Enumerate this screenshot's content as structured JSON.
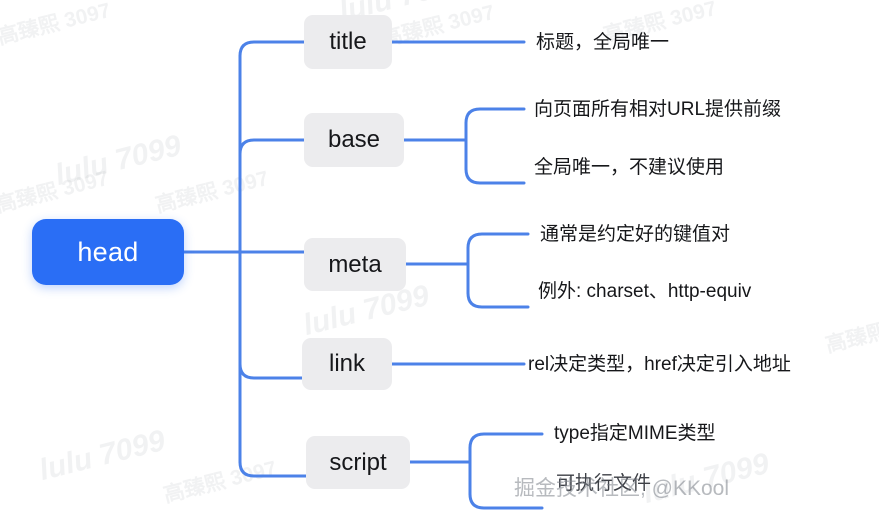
{
  "diagram": {
    "type": "mind-map",
    "title": "head",
    "root": {
      "label": "head",
      "color": "#2a6ef5",
      "text_color": "#ffffff"
    },
    "branch_color": "#ececee",
    "line_color": "#4c82e8",
    "branches": [
      {
        "label": "title",
        "leaves": [
          "标题，全局唯一"
        ]
      },
      {
        "label": "base",
        "leaves": [
          "向页面所有相对URL提供前缀",
          "全局唯一，不建议使用"
        ]
      },
      {
        "label": "meta",
        "leaves": [
          "通常是约定好的键值对",
          "例外: charset、http-equiv"
        ]
      },
      {
        "label": "link",
        "leaves": [
          "rel决定类型，href决定引入地址"
        ]
      },
      {
        "label": "script",
        "leaves": [
          "type指定MIME类型",
          "可执行文件"
        ]
      }
    ]
  },
  "watermarks": {
    "lulu_a": "lulu 7099",
    "lulu_b": "lulu 7099",
    "lulu_c": "lulu 7099",
    "lulu_d": "lulu 7099",
    "cn_a": "高臻熙 3097",
    "cn_b": "高臻熙 3097",
    "cn_c": "高臻熙 3097",
    "cn_d": "高臻熙 3097",
    "cn_e": "高臻熙 3097",
    "overlay": "掘金技术社区, @KKool"
  }
}
